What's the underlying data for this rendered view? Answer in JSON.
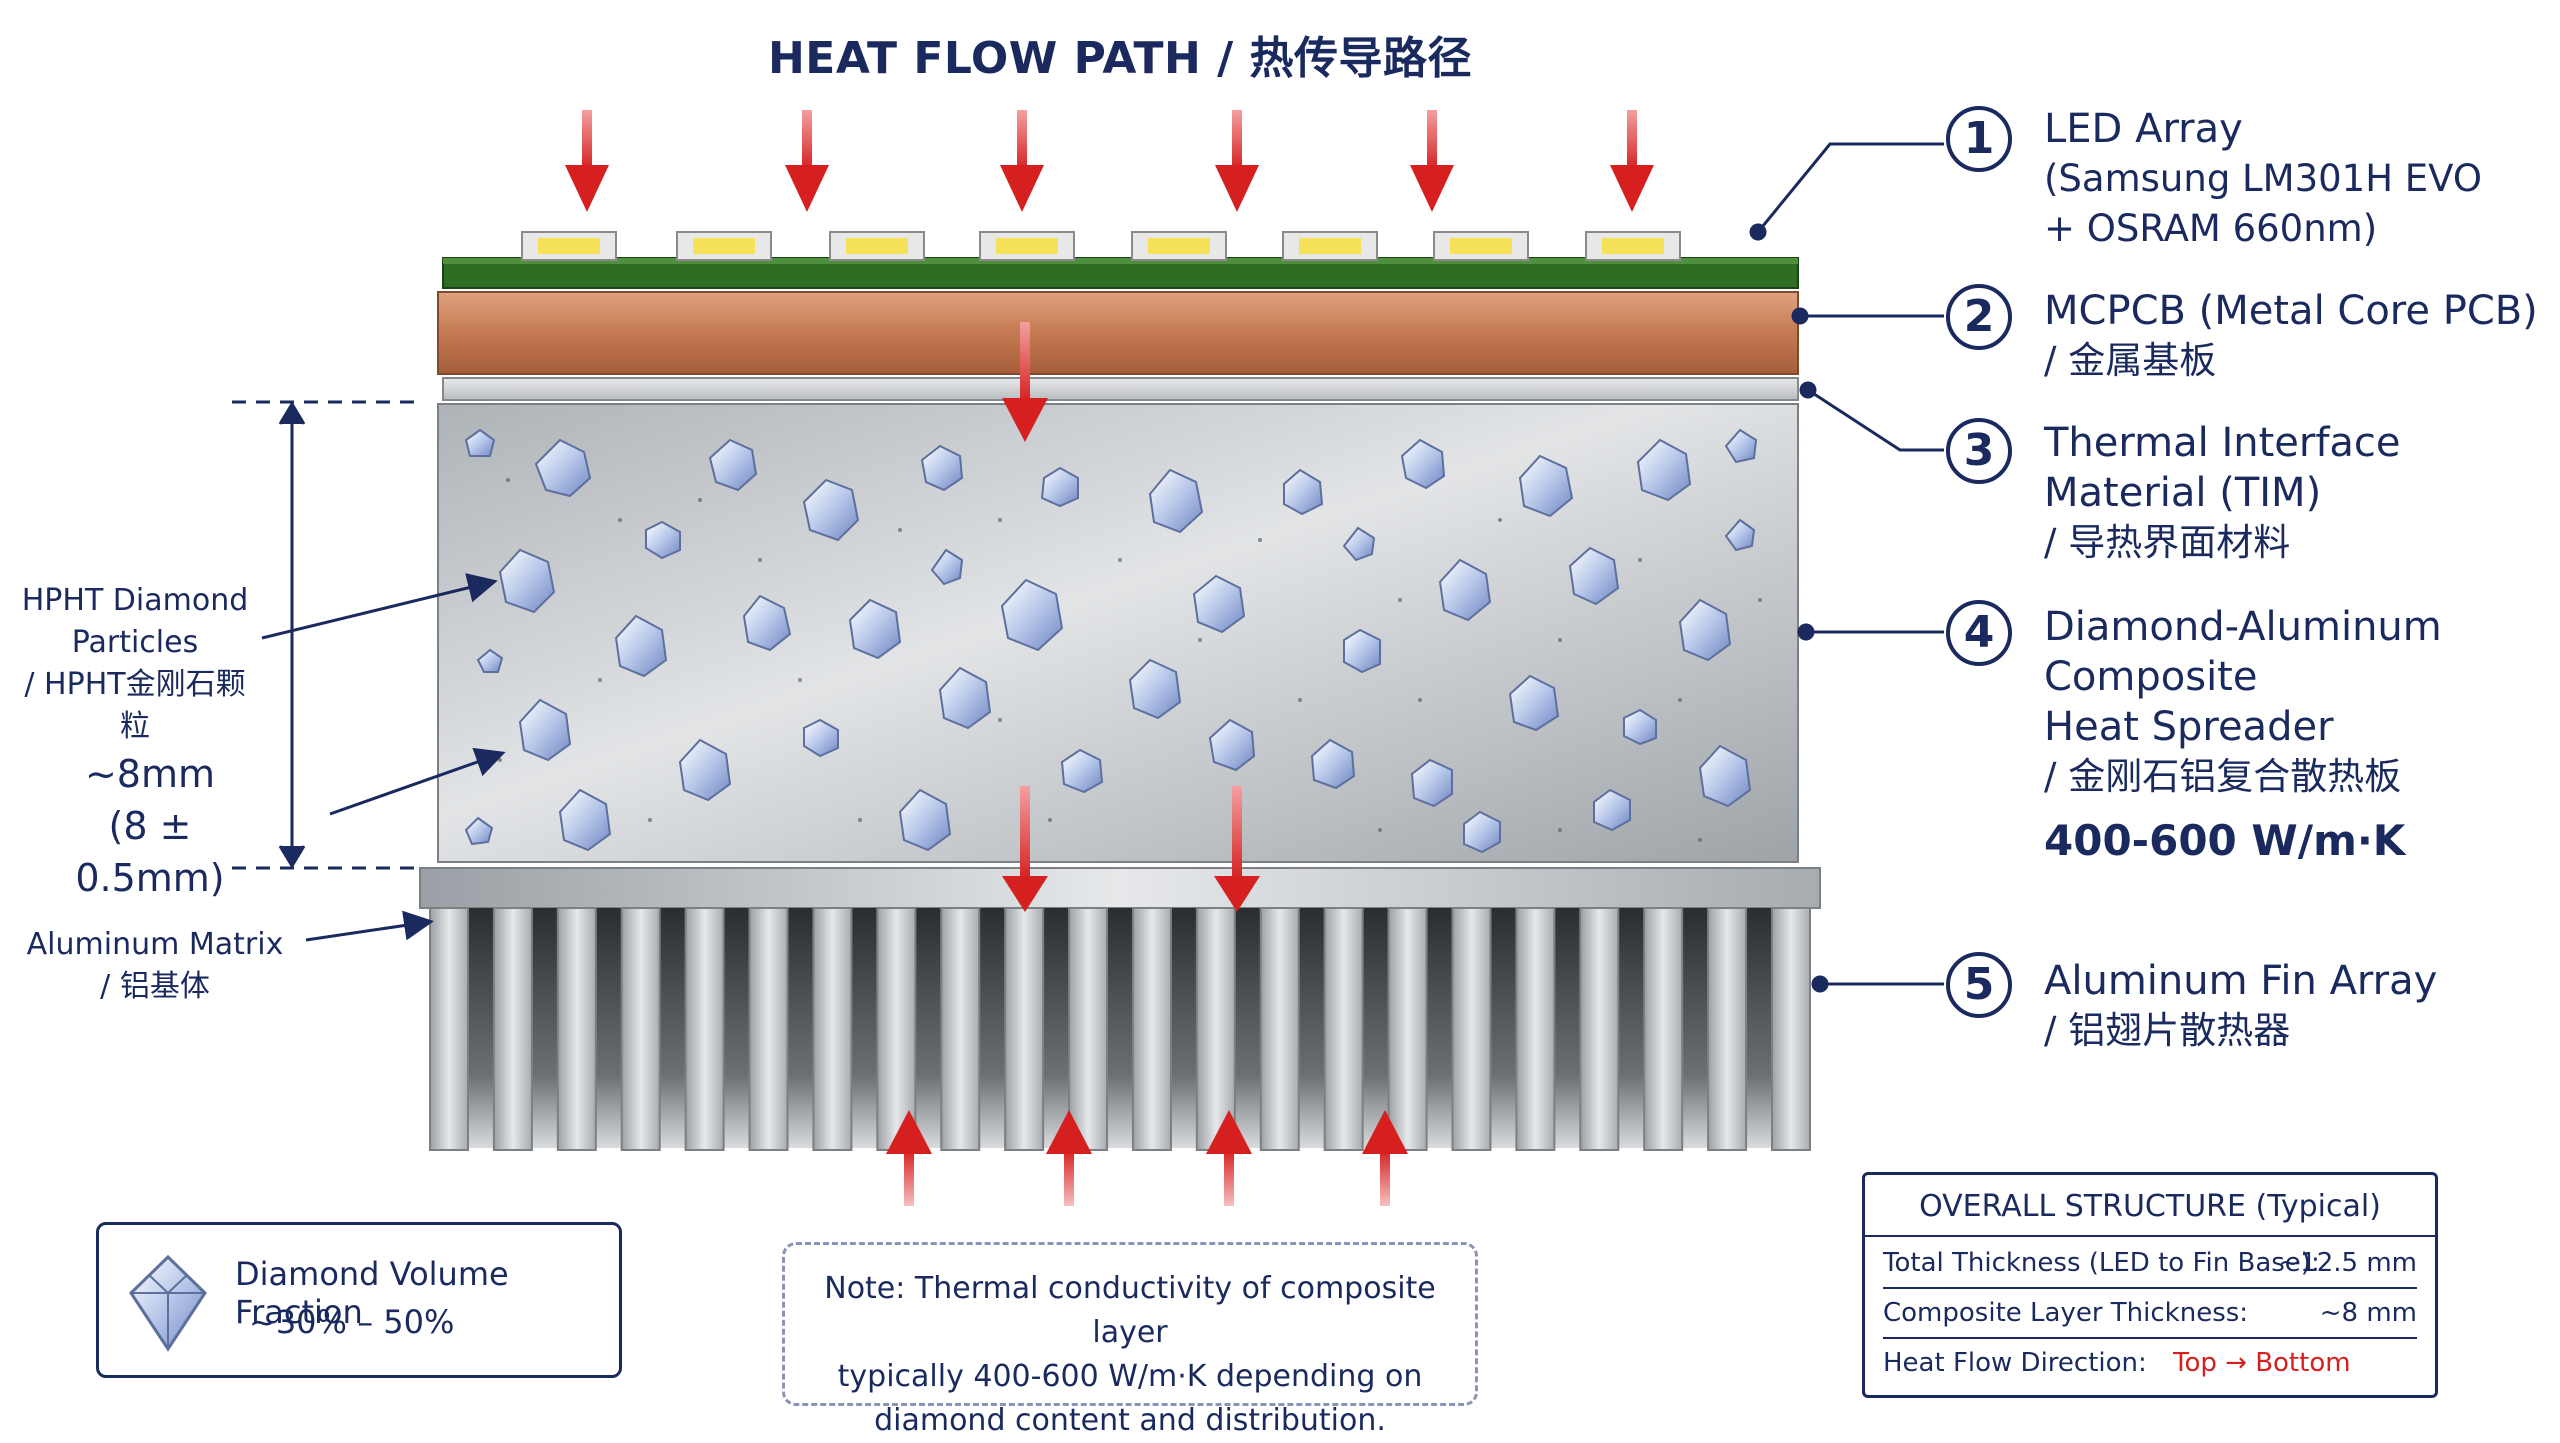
{
  "title": "HEAT FLOW PATH / 热传导路径",
  "callouts": [
    {
      "num": "1",
      "lines": [
        "LED Array",
        "(Samsung LM301H EVO",
        "+ OSRAM 660nm)"
      ]
    },
    {
      "num": "2",
      "lines": [
        "MCPCB (Metal Core PCB)",
        "/ 金属基板"
      ]
    },
    {
      "num": "3",
      "lines": [
        "Thermal Interface Material (TIM)",
        "/ 导热界面材料"
      ]
    },
    {
      "num": "4",
      "lines": [
        "Diamond-Aluminum Composite",
        "Heat Spreader",
        "/ 金刚石铝复合散热板"
      ],
      "value": "400-600 W/m·K"
    },
    {
      "num": "5",
      "lines": [
        "Aluminum Fin Array",
        "/ 铝翅片散热器"
      ]
    }
  ],
  "left_labels": {
    "diamond": [
      "HPHT Diamond",
      "Particles",
      "/ HPHT金刚石颗粒"
    ],
    "thickness": [
      "~8mm",
      "(8 ± 0.5mm)"
    ],
    "matrix": [
      "Aluminum Matrix",
      "/ 铝基体"
    ]
  },
  "volume_box": {
    "label": "Diamond Volume Fraction",
    "value": "~30% – 50%"
  },
  "note": [
    "Note: Thermal conductivity of composite layer",
    "typically 400-600 W/m·K depending on",
    "diamond content and distribution."
  ],
  "overall": {
    "title": "OVERALL STRUCTURE (Typical)",
    "rows": [
      {
        "key": "Total Thickness (LED to Fin Base):",
        "value": "~12.5 mm"
      },
      {
        "key": "Composite Layer Thickness:",
        "value": "~8 mm"
      },
      {
        "key": "Heat Flow Direction:",
        "value": "Top → Bottom"
      }
    ]
  },
  "colors": {
    "navy": "#1b2a5e",
    "arrow_red": "#d62020",
    "copper": "#c9825e",
    "pcb_green": "#2f6d24",
    "aluminum": "#c8cbce"
  },
  "icons": [
    "diamond-icon",
    "down-arrow-icon",
    "up-arrow-icon"
  ]
}
